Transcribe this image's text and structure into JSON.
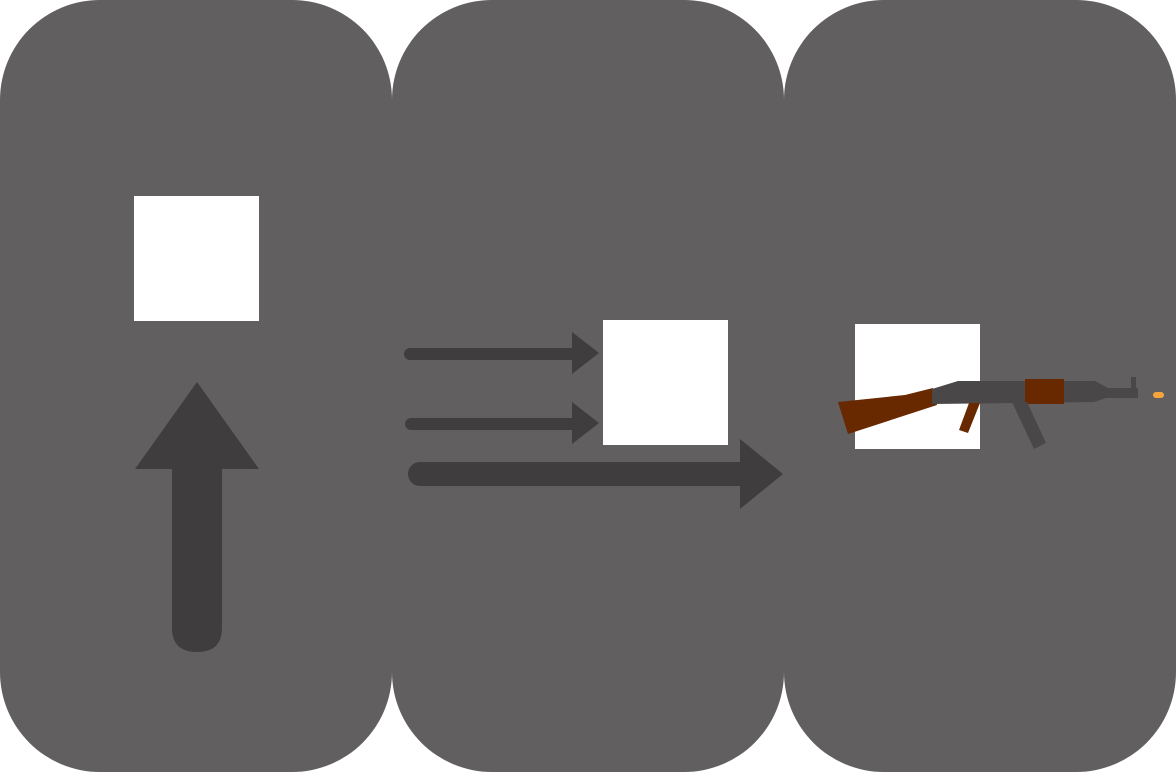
{
  "colors": {
    "panel": "#625f60",
    "arrow": "#403d3e",
    "square": "#ffffff",
    "wood": "#682800",
    "metal": "#4a4748",
    "muzzle_flash": "#f6a53a"
  },
  "icons": {
    "move_up": "up-arrow-icon",
    "move_right": "right-arrows-icon",
    "weapon": "rifle-icon",
    "projectile": "bullet-icon"
  },
  "panels": [
    {
      "name": "move-up-panel"
    },
    {
      "name": "move-right-panel"
    },
    {
      "name": "shoot-panel"
    }
  ]
}
